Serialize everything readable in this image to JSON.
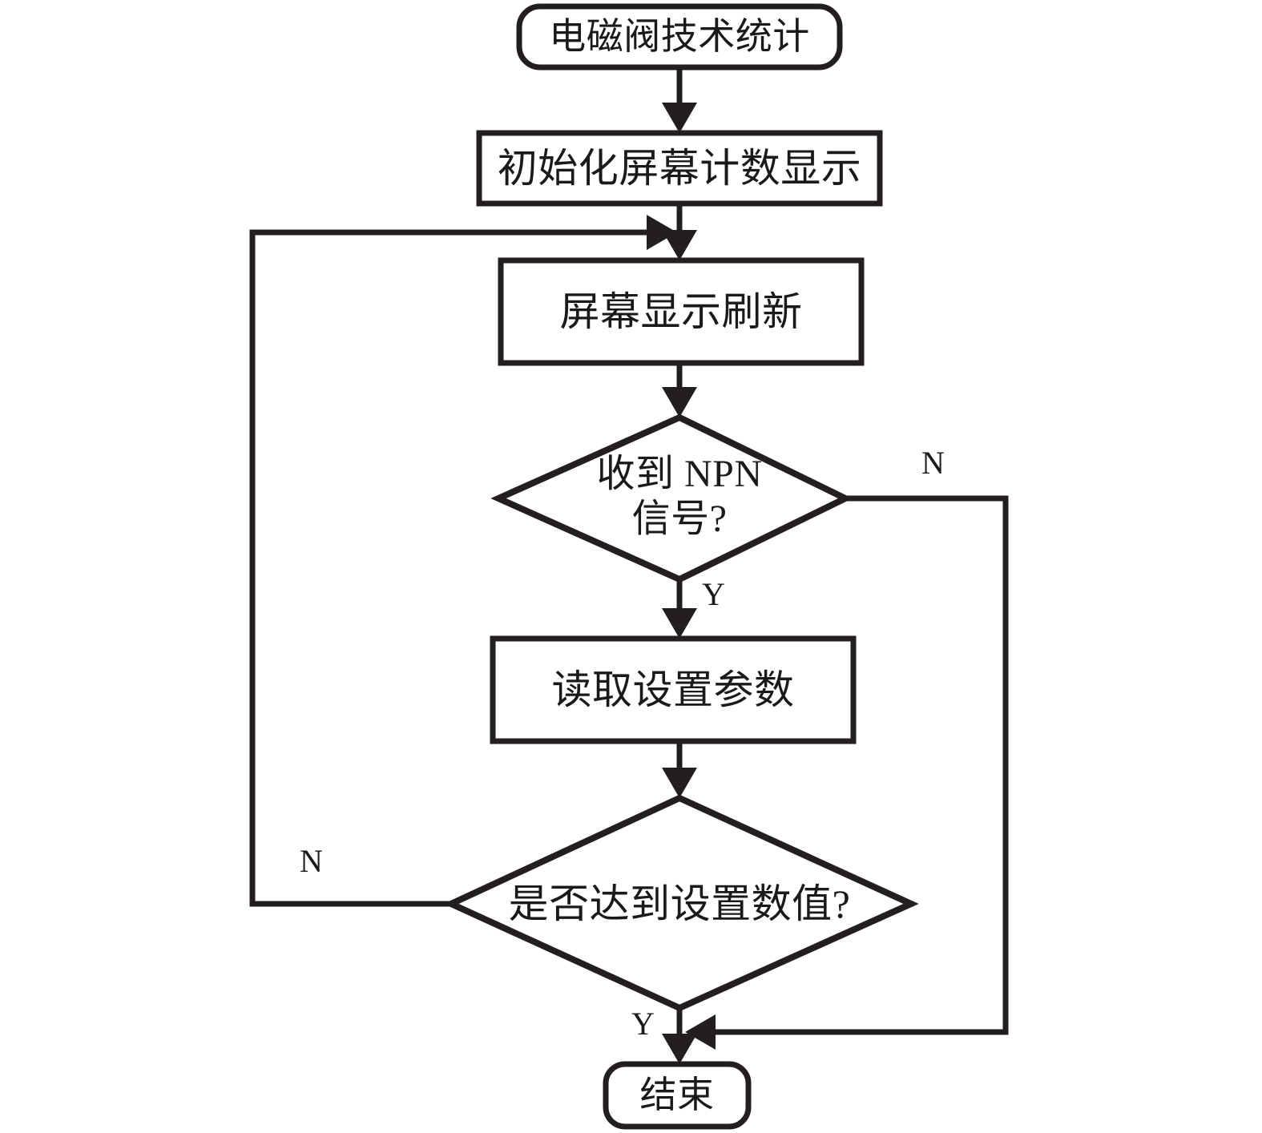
{
  "diagram": {
    "title_node": {
      "label": "电磁阀技术统计",
      "shape": "rounded-terminal"
    },
    "nodes": [
      {
        "id": "start",
        "label": "电磁阀技术统计",
        "shape": "terminal"
      },
      {
        "id": "init",
        "label": "初始化屏幕计数显示",
        "shape": "process"
      },
      {
        "id": "refresh",
        "label": "屏幕显示刷新",
        "shape": "process"
      },
      {
        "id": "npn",
        "label": "收到 NPN\n信号?",
        "shape": "decision"
      },
      {
        "id": "readparam",
        "label": "读取设置参数",
        "shape": "process"
      },
      {
        "id": "reached",
        "label": "是否达到设置数值?",
        "shape": "decision"
      },
      {
        "id": "end",
        "label": "结束",
        "shape": "terminal"
      }
    ],
    "edge_labels": {
      "npn_no": "N",
      "npn_yes": "Y",
      "reached_no": "N",
      "reached_yes": "Y"
    },
    "edges": [
      {
        "from": "start",
        "to": "init",
        "label": ""
      },
      {
        "from": "init",
        "to": "refresh",
        "label": ""
      },
      {
        "from": "refresh",
        "to": "npn",
        "label": ""
      },
      {
        "from": "npn",
        "to": "readparam",
        "label": "Y"
      },
      {
        "from": "npn",
        "to": "end",
        "label": "N"
      },
      {
        "from": "readparam",
        "to": "reached",
        "label": ""
      },
      {
        "from": "reached",
        "to": "refresh",
        "label": "N"
      },
      {
        "from": "reached",
        "to": "end",
        "label": "Y"
      }
    ],
    "colors": {
      "stroke": "#231f20",
      "fill": "#ffffff",
      "text": "#1a1a1a"
    }
  }
}
